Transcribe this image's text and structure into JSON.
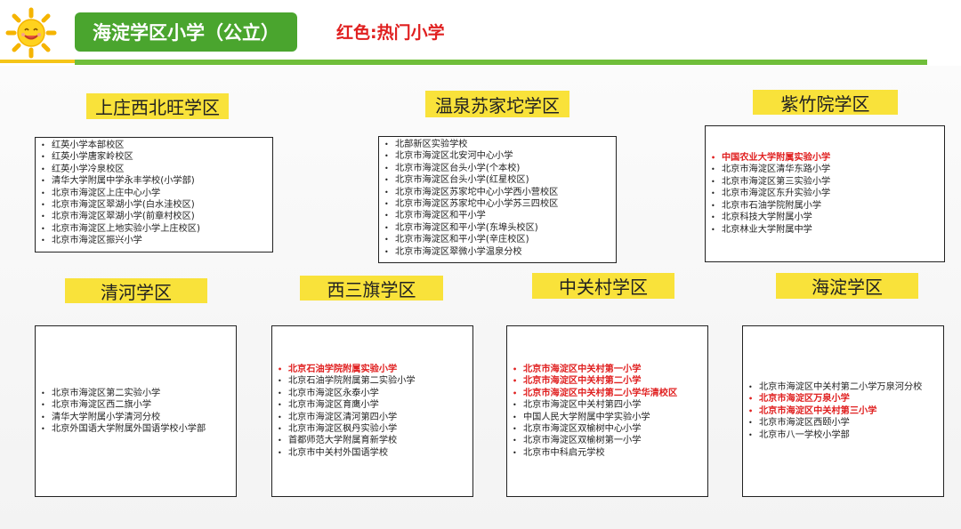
{
  "header": {
    "title": "海淀学区小学（公立）",
    "legend": "红色:热门小学"
  },
  "colors": {
    "hot": "#e02020",
    "title_bg": "#4aa52e",
    "label_bg": "#f9e23a"
  },
  "districts": [
    {
      "name": "上庄西北旺学区",
      "schools": [
        {
          "name": "红英小学本部校区",
          "hot": false
        },
        {
          "name": "红英小学唐家岭校区",
          "hot": false
        },
        {
          "name": "红英小学冷泉校区",
          "hot": false
        },
        {
          "name": "清华大学附属中学永丰学校(小学部)",
          "hot": false
        },
        {
          "name": "北京市海淀区上庄中心小学",
          "hot": false
        },
        {
          "name": "北京市海淀区翠湖小学(白水洼校区)",
          "hot": false
        },
        {
          "name": "北京市海淀区翠湖小学(前章村校区)",
          "hot": false
        },
        {
          "name": "北京市海淀区上地实验小学上庄校区)",
          "hot": false
        },
        {
          "name": "北京市海淀区振兴小学",
          "hot": false
        }
      ]
    },
    {
      "name": "温泉苏家坨学区",
      "schools": [
        {
          "name": "北部新区实验学校",
          "hot": false
        },
        {
          "name": "北京市海淀区北安河中心小学",
          "hot": false
        },
        {
          "name": "北京市海淀区台头小学(个本校)",
          "hot": false
        },
        {
          "name": "北京市海淀区台头小学(红星校区)",
          "hot": false
        },
        {
          "name": "北京市海淀区苏家坨中心小学西小营校区",
          "hot": false
        },
        {
          "name": "北京市海淀区苏家坨中心小学苏三四校区",
          "hot": false
        },
        {
          "name": "北京市海淀区和平小学",
          "hot": false
        },
        {
          "name": "北京市海淀区和平小学(东埠头校区)",
          "hot": false
        },
        {
          "name": "北京市海淀区和平小学(辛庄校区)",
          "hot": false
        },
        {
          "name": "北京市海淀区翠微小学温泉分校",
          "hot": false
        }
      ]
    },
    {
      "name": "紫竹院学区",
      "schools": [
        {
          "name": "中国农业大学附属实验小学",
          "hot": true
        },
        {
          "name": "北京市海淀区清华东路小学",
          "hot": false
        },
        {
          "name": "北京市海淀区第三实验小学",
          "hot": false
        },
        {
          "name": "北京市海淀区东升实验小学",
          "hot": false
        },
        {
          "name": "北京市石油学院附属小学",
          "hot": false
        },
        {
          "name": "北京科技大学附属小学",
          "hot": false
        },
        {
          "name": "北京林业大学附属中学",
          "hot": false
        }
      ]
    },
    {
      "name": "清河学区",
      "schools": [
        {
          "name": "北京市海淀区第二实验小学",
          "hot": false
        },
        {
          "name": "北京市海淀区西二旗小学",
          "hot": false
        },
        {
          "name": "清华大学附属小学清河分校",
          "hot": false
        },
        {
          "name": "北京外国语大学附属外国语学校小学部",
          "hot": false
        }
      ]
    },
    {
      "name": "西三旗学区",
      "schools": [
        {
          "name": "北京石油学院附属实验小学",
          "hot": true
        },
        {
          "name": "北京石油学院附属第二实验小学",
          "hot": false
        },
        {
          "name": "北京市海淀区永泰小学",
          "hot": false
        },
        {
          "name": "北京市海淀区育鹰小学",
          "hot": false
        },
        {
          "name": "北京市海淀区清河第四小学",
          "hot": false
        },
        {
          "name": "北京市海淀区枫丹实验小学",
          "hot": false
        },
        {
          "name": "首都师范大学附属育新学校",
          "hot": false
        },
        {
          "name": "北京市中关村外国语学校",
          "hot": false
        }
      ]
    },
    {
      "name": "中关村学区",
      "schools": [
        {
          "name": "北京市海淀区中关村第一小学",
          "hot": true
        },
        {
          "name": "北京市海淀区中关村第二小学",
          "hot": true
        },
        {
          "name": "北京市海淀区中关村第二小学华清校区",
          "hot": true
        },
        {
          "name": "北京市海淀区中关村第四小学",
          "hot": false
        },
        {
          "name": "中国人民大学附属中学实验小学",
          "hot": false
        },
        {
          "name": "北京市海淀区双榆树中心小学",
          "hot": false
        },
        {
          "name": "北京市海淀区双榆树第一小学",
          "hot": false
        },
        {
          "name": "北京市中科启元学校",
          "hot": false
        }
      ]
    },
    {
      "name": "海淀学区",
      "schools": [
        {
          "name": "北京市海淀区中关村第二小学万泉河分校",
          "hot": false
        },
        {
          "name": "北京市海淀区万泉小学",
          "hot": true
        },
        {
          "name": "北京市海淀区中关村第三小学",
          "hot": true
        },
        {
          "name": "北京市海淀区西颐小学",
          "hot": false
        },
        {
          "name": "北京市八一学校小学部",
          "hot": false
        }
      ]
    }
  ]
}
